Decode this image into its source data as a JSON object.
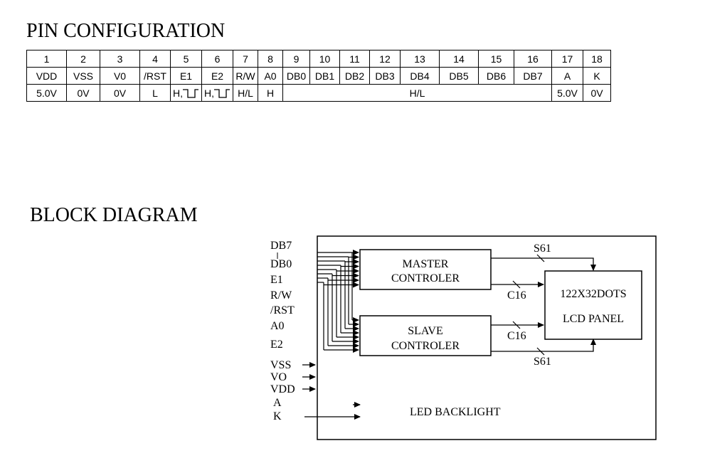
{
  "pin_configuration": {
    "title": "PIN CONFIGURATION",
    "pin_numbers": [
      "1",
      "2",
      "3",
      "4",
      "5",
      "6",
      "7",
      "8",
      "9",
      "10",
      "11",
      "12",
      "13",
      "14",
      "15",
      "16",
      "17",
      "18"
    ],
    "pin_names": [
      "VDD",
      "VSS",
      "V0",
      "/RST",
      "E1",
      "E2",
      "R/W",
      "A0",
      "DB0",
      "DB1",
      "DB2",
      "DB3",
      "DB4",
      "DB5",
      "DB6",
      "DB7",
      "A",
      "K"
    ],
    "levels": {
      "vdd": "5.0V",
      "vss": "0V",
      "v0": "0V",
      "rst": "L",
      "e1": "H,",
      "e2": "H,",
      "rw": "H/L",
      "a0": "H",
      "db": "H/L",
      "a": "5.0V",
      "k": "0V"
    }
  },
  "block_diagram": {
    "title": "BLOCK DIAGRAM",
    "inputs": {
      "db7": "DB7",
      "db0": "DB0",
      "e1": "E1",
      "rw": "R/W",
      "rst": "/RST",
      "a0": "A0",
      "e2": "E2",
      "vss": "VSS",
      "vo": "VO",
      "vdd": "VDD",
      "a": "A",
      "k": "K"
    },
    "master_line1": "MASTER",
    "master_line2": "CONTROLER",
    "slave_line1": "SLAVE",
    "slave_line2": "CONTROLER",
    "panel_line1": "122X32DOTS",
    "panel_line2": "LCD PANEL",
    "bus_s61": "S61",
    "bus_c16": "C16",
    "backlight": "LED BACKLIGHT"
  }
}
